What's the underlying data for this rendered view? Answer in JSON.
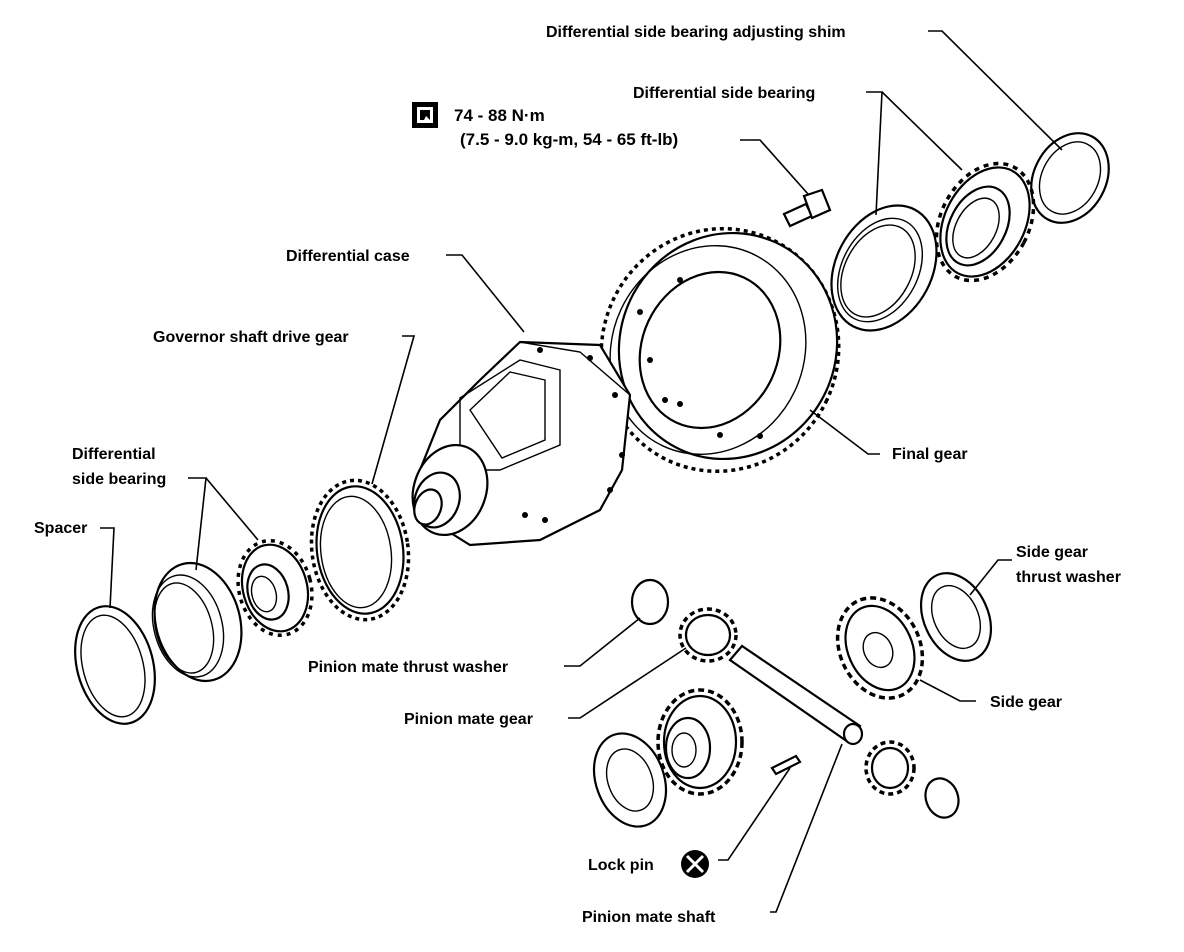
{
  "torque": {
    "line1": "74 - 88 N·m",
    "line2": "(7.5 - 9.0 kg-m, 54 - 65 ft-lb)"
  },
  "labels": {
    "shim": "Differential side bearing adjusting shim",
    "side_bearing_right": "Differential side bearing",
    "differential_case": "Differential case",
    "governor_gear": "Governor shaft drive gear",
    "side_bearing_left_1": "Differential",
    "side_bearing_left_2": "side bearing",
    "spacer": "Spacer",
    "final_gear": "Final gear",
    "side_gear_washer_1": "Side gear",
    "side_gear_washer_2": "thrust washer",
    "pinion_washer": "Pinion mate thrust washer",
    "side_gear": "Side gear",
    "pinion_gear": "Pinion mate gear",
    "lock_pin": "Lock pin",
    "pinion_shaft": "Pinion mate shaft"
  },
  "icons": {
    "torque": "torque-wrench-icon",
    "replace": "do-not-reuse-icon"
  }
}
